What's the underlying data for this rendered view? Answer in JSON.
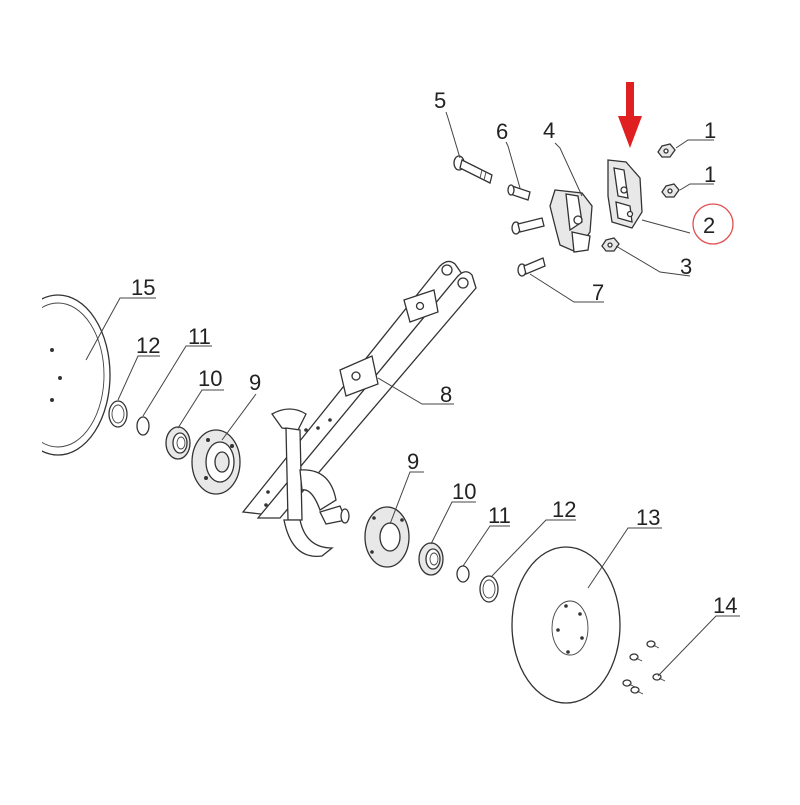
{
  "diagram": {
    "callouts": [
      {
        "id": "c1a",
        "label": "1"
      },
      {
        "id": "c1b",
        "label": "1"
      },
      {
        "id": "c2",
        "label": "2"
      },
      {
        "id": "c3",
        "label": "3"
      },
      {
        "id": "c4",
        "label": "4"
      },
      {
        "id": "c5",
        "label": "5"
      },
      {
        "id": "c6",
        "label": "6"
      },
      {
        "id": "c7",
        "label": "7"
      },
      {
        "id": "c8",
        "label": "8"
      },
      {
        "id": "c9a",
        "label": "9"
      },
      {
        "id": "c9b",
        "label": "9"
      },
      {
        "id": "c10a",
        "label": "10"
      },
      {
        "id": "c10b",
        "label": "10"
      },
      {
        "id": "c11a",
        "label": "11"
      },
      {
        "id": "c11b",
        "label": "11"
      },
      {
        "id": "c12a",
        "label": "12"
      },
      {
        "id": "c12b",
        "label": "12"
      },
      {
        "id": "c13",
        "label": "13"
      },
      {
        "id": "c14",
        "label": "14"
      },
      {
        "id": "c15",
        "label": "15"
      }
    ],
    "highlighted_part": "2",
    "colors": {
      "arrow": "#e02020",
      "highlight_circle": "#e05050",
      "line": "#333333",
      "background": "#ffffff"
    }
  }
}
